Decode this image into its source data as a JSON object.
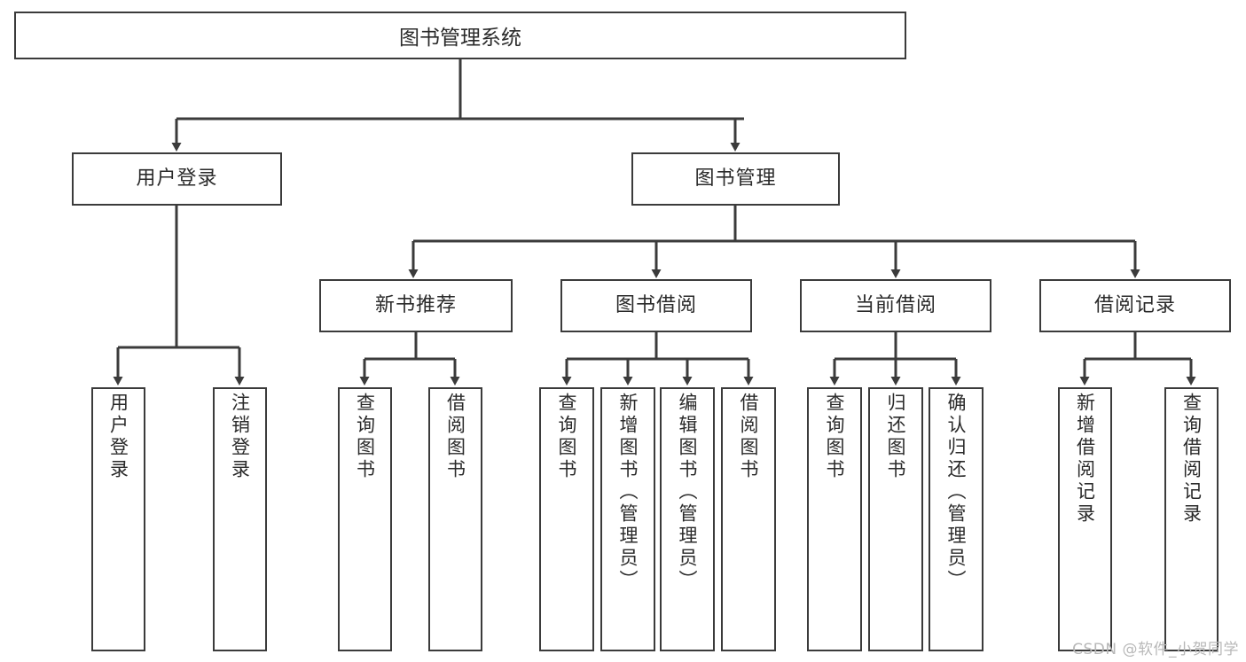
{
  "diagram": {
    "title": "图书管理系统",
    "type": "tree-hierarchy",
    "colors": {
      "background": "#ffffff",
      "border": "#3b3b3b",
      "connector": "#3b3b3b",
      "text": "#2a2a2a",
      "watermark": "#b8b8b8"
    },
    "root": {
      "label": "图书管理系统"
    },
    "level2": [
      {
        "label": "用户登录"
      },
      {
        "label": "图书管理"
      }
    ],
    "level3": [
      {
        "label": "新书推荐"
      },
      {
        "label": "图书借阅"
      },
      {
        "label": "当前借阅"
      },
      {
        "label": "借阅记录"
      }
    ],
    "leaves": {
      "user_login": [
        {
          "label": "用户登录"
        },
        {
          "label": "注销登录"
        }
      ],
      "new_book_recommend": [
        {
          "label": "查询图书"
        },
        {
          "label": "借阅图书"
        }
      ],
      "book_borrow": [
        {
          "label": "查询图书"
        },
        {
          "label": "新增图书（管理员）"
        },
        {
          "label": "编辑图书（管理员）"
        },
        {
          "label": "借阅图书"
        }
      ],
      "current_borrow": [
        {
          "label": "查询图书"
        },
        {
          "label": "归还图书"
        },
        {
          "label": "确认归还（管理员）"
        }
      ],
      "borrow_record": [
        {
          "label": "新增借阅记录"
        },
        {
          "label": "查询借阅记录"
        }
      ]
    }
  },
  "watermark": {
    "text": "CSDN @软件_小贺同学"
  }
}
